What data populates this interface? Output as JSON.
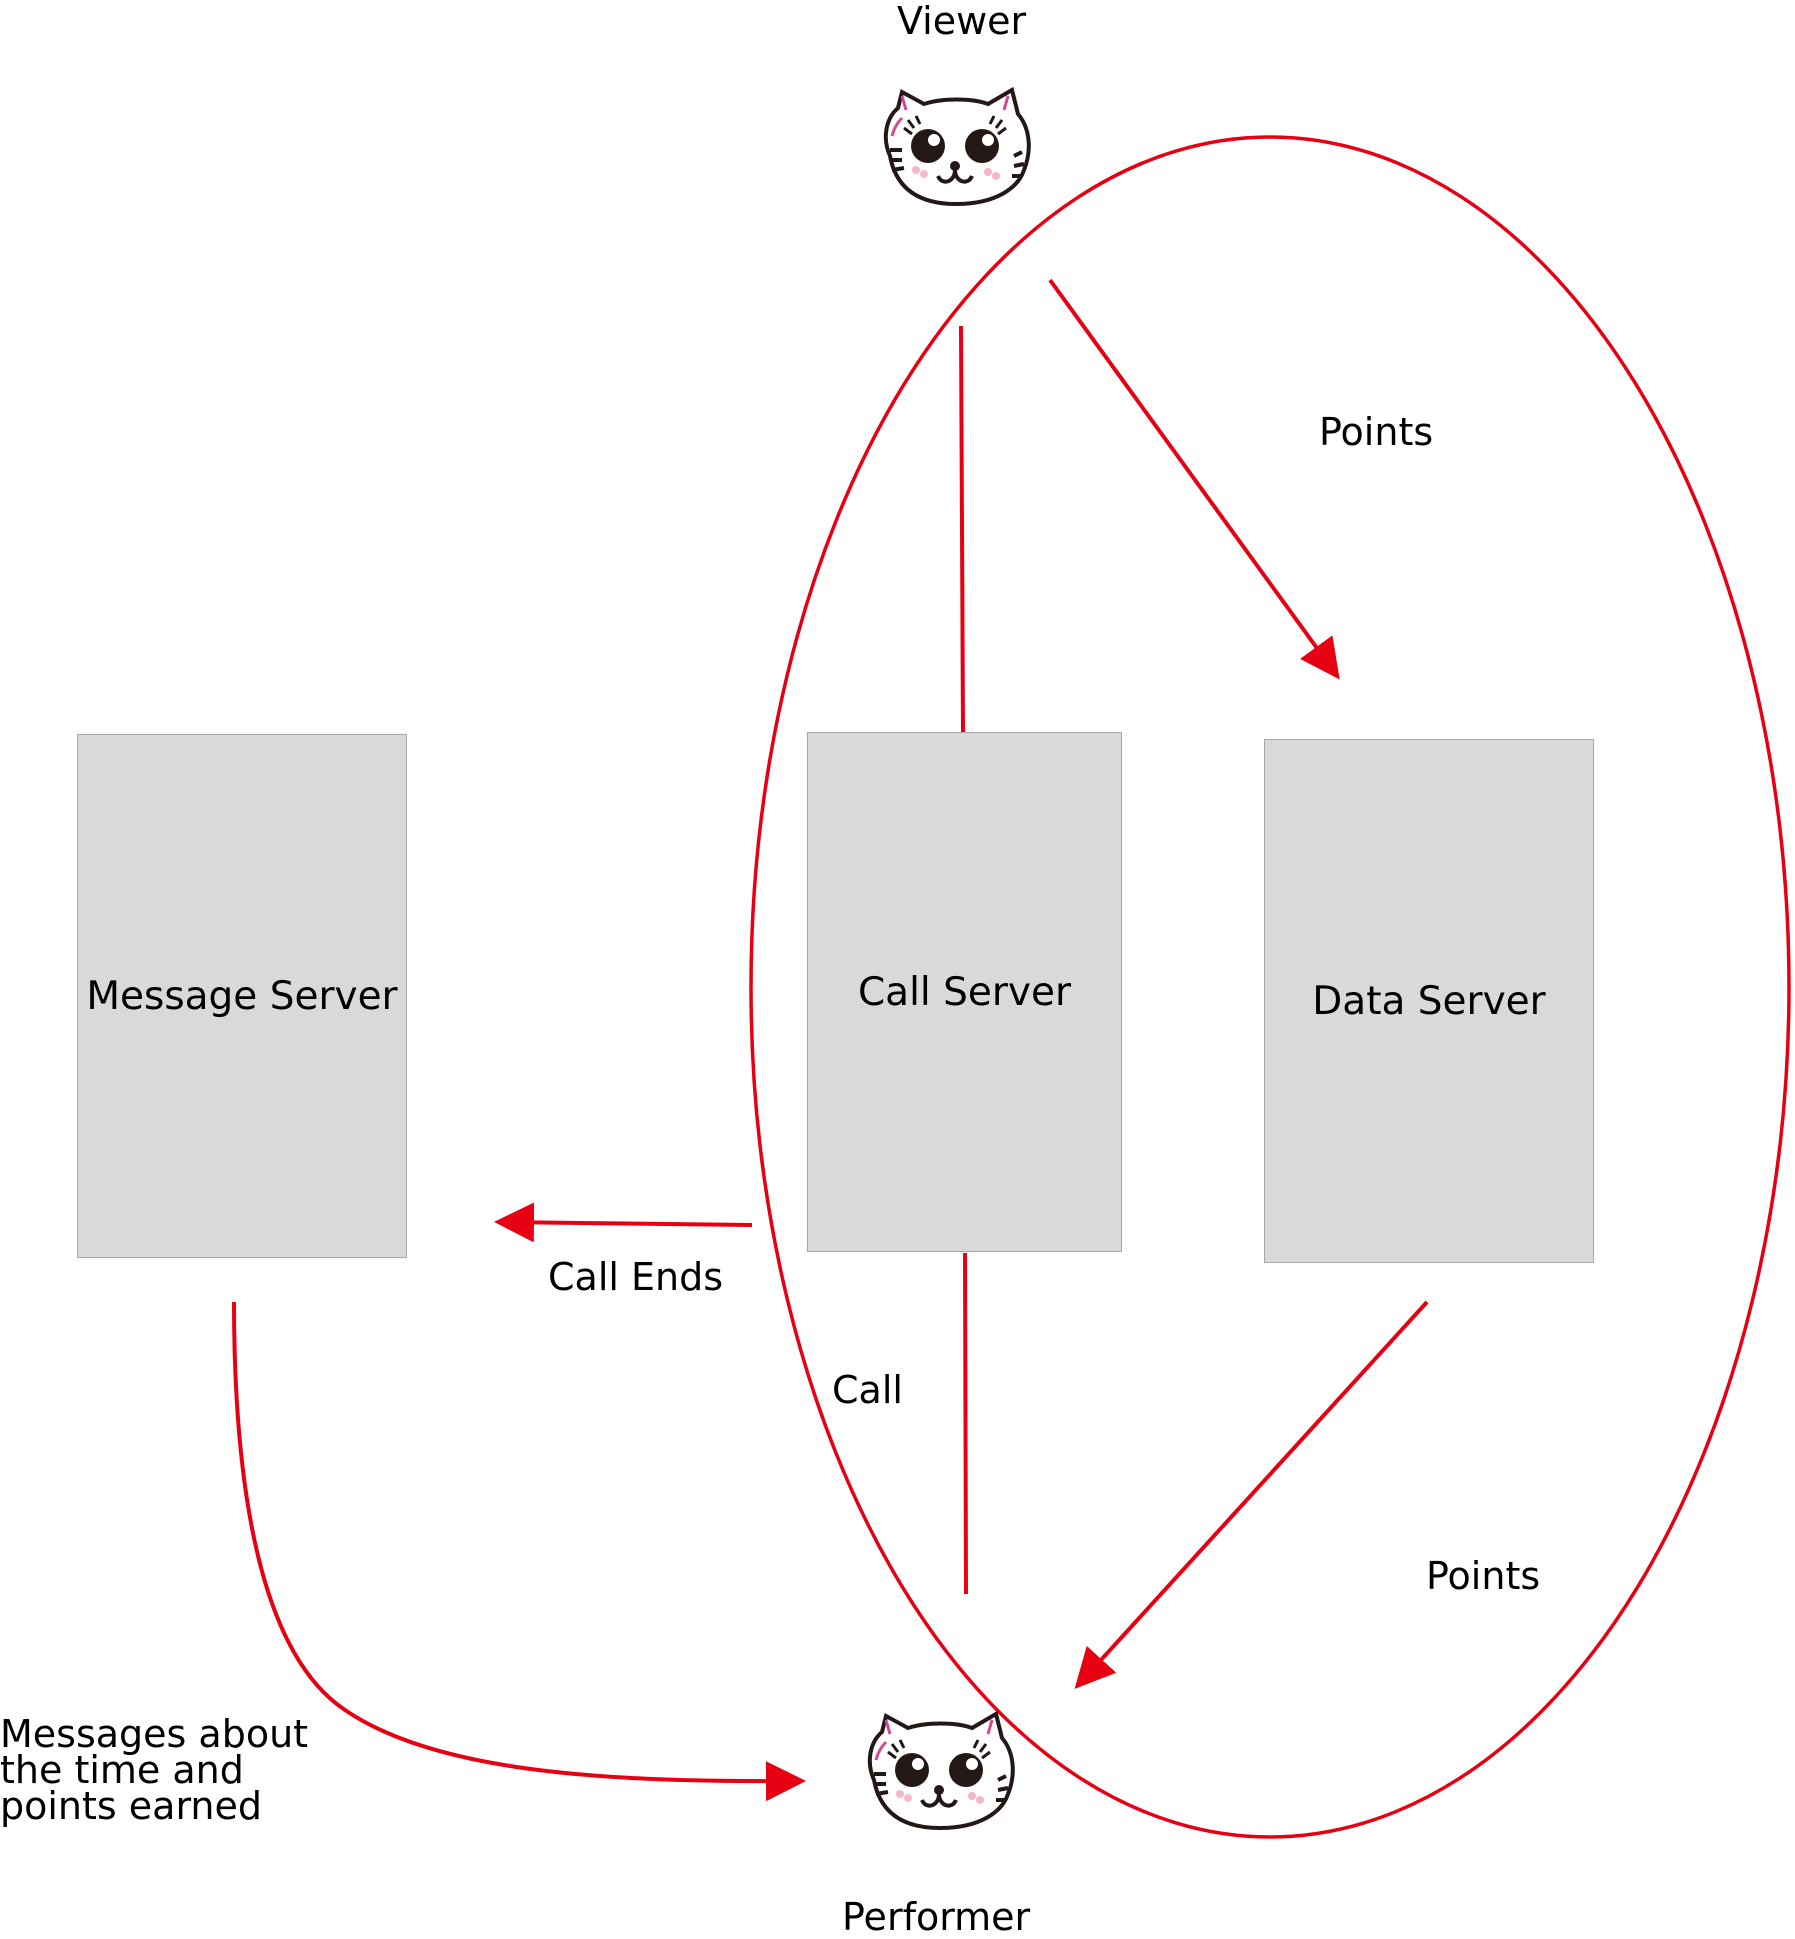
{
  "nodes": {
    "viewer": {
      "label": "Viewer"
    },
    "performer": {
      "label": "Performer"
    }
  },
  "servers": {
    "message": {
      "label": "Message Server"
    },
    "call": {
      "label": "Call Server"
    },
    "data": {
      "label": "Data Server"
    }
  },
  "edges": {
    "points_top": "Points",
    "points_bottom": "Points",
    "call_ends": "Call Ends",
    "call": "Call",
    "messages": "Messages about\nthe time and\npoints earned"
  },
  "colors": {
    "arrow": "#e60012",
    "server_fill": "#d9d9d9",
    "server_border": "#a8a8a8",
    "cat_accent": "#d14b8f"
  },
  "icons": {
    "viewer": "cat-face-icon",
    "performer": "cat-face-icon"
  }
}
